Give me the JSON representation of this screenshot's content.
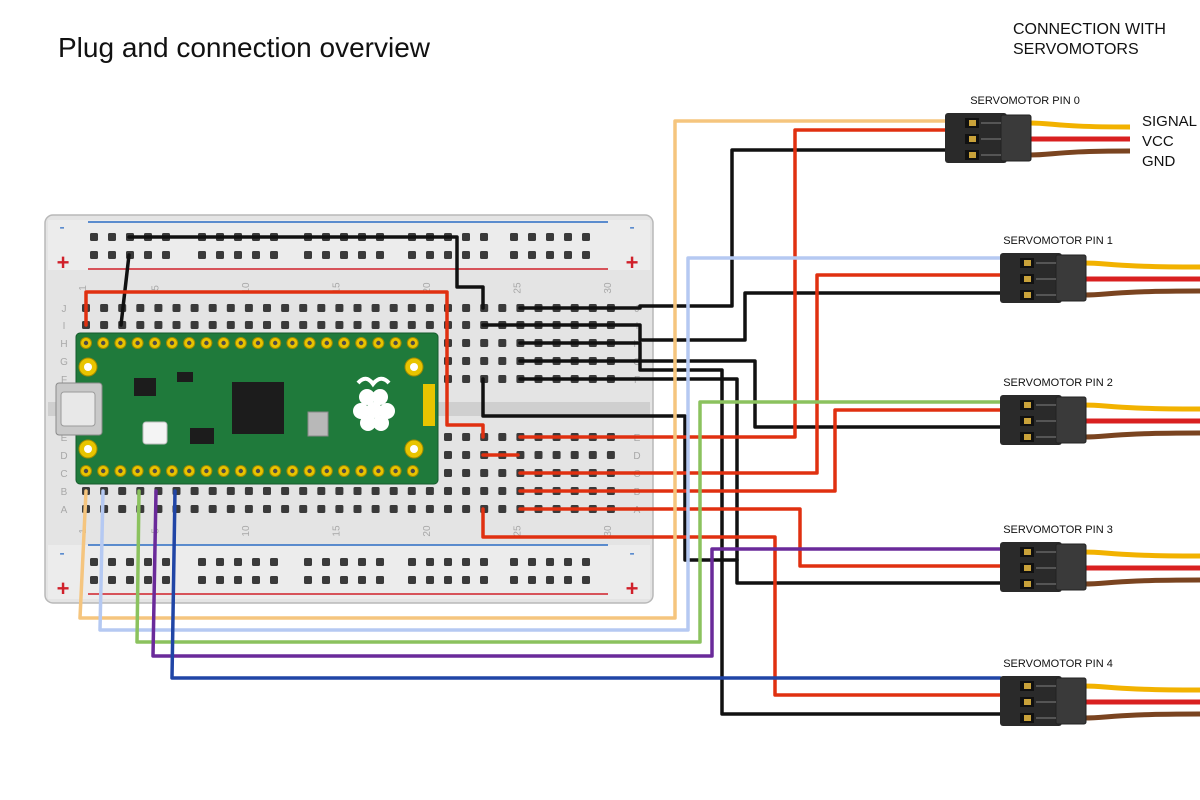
{
  "title": "Plug and connection overview",
  "connection_title": [
    "CONNECTION WITH",
    "SERVOMOTORS"
  ],
  "signal_legend": [
    "SIGNAL",
    "VCC",
    "GND"
  ],
  "breadboard": {
    "plus_symbol": "+",
    "minus_symbol": "-",
    "column_numbers": [
      "1",
      "5",
      "10",
      "15",
      "20",
      "25",
      "30"
    ],
    "row_letters_top": [
      "J",
      "I",
      "H",
      "G",
      "F"
    ],
    "row_letters_bottom": [
      "E",
      "D",
      "C",
      "B",
      "A"
    ]
  },
  "servos": [
    {
      "label": "SERVOMOTOR PIN 0"
    },
    {
      "label": "SERVOMOTOR PIN 1"
    },
    {
      "label": "SERVOMOTOR PIN 2"
    },
    {
      "label": "SERVOMOTOR PIN 3"
    },
    {
      "label": "SERVOMOTOR PIN 4"
    }
  ],
  "colors": {
    "signal_pin0": "#f5c57e",
    "signal_pin1": "#b5c9f2",
    "signal_pin2": "#8bc25e",
    "signal_pin3": "#6a2a9a",
    "signal_pin4": "#2045a6",
    "vcc": "#e03010",
    "gnd": "#111111",
    "servo_signal_lead": "#f2b200",
    "servo_vcc_lead": "#d92020",
    "servo_gnd_lead": "#7a4420",
    "pcb": "#1f7a3b",
    "breadboard": "#e4e4e4",
    "rail_red": "#d0202a",
    "rail_blue": "#2b6cc4"
  }
}
